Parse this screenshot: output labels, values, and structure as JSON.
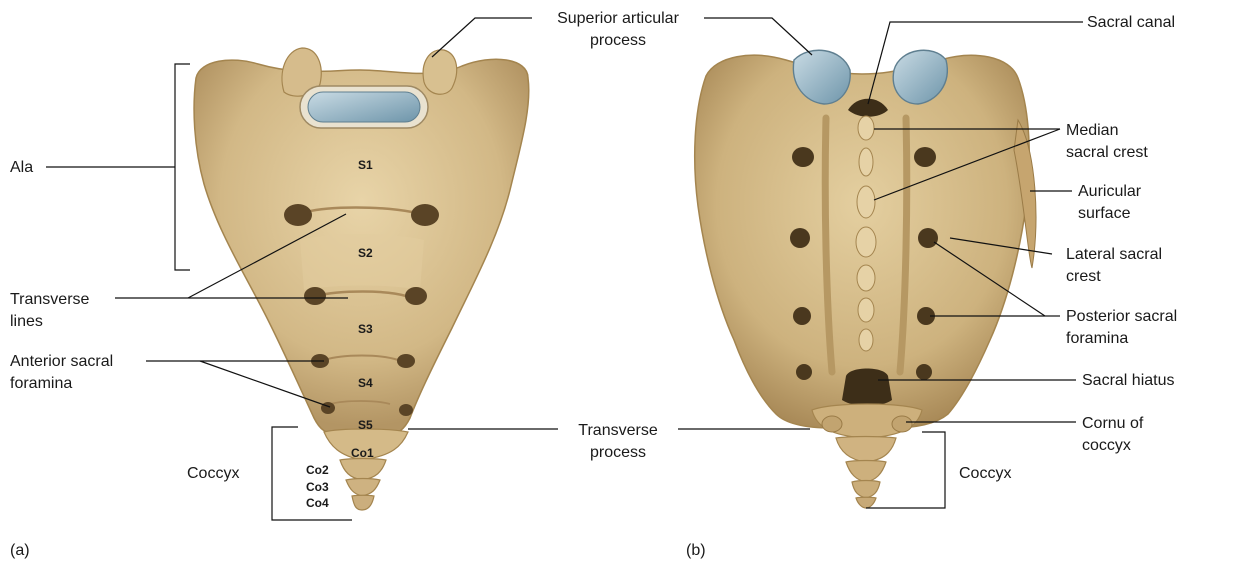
{
  "colors": {
    "bone": "#dcc59a",
    "bone_dark": "#b79a68",
    "bone_shadow": "#8d7248",
    "cartilage": "#8fb2c4",
    "line": "#111111",
    "background": "#ffffff"
  },
  "panel_a": {
    "tag": "(a)",
    "segments": [
      "S1",
      "S2",
      "S3",
      "S4",
      "S5",
      "Co1",
      "Co2",
      "Co3",
      "Co4"
    ],
    "labels": {
      "ala": "Ala",
      "transverse_lines": [
        "Transverse",
        "lines"
      ],
      "anterior_sacral_foramina": [
        "Anterior sacral",
        "foramina"
      ],
      "coccyx": "Coccyx"
    }
  },
  "panel_b": {
    "tag": "(b)",
    "labels": {
      "sacral_canal": "Sacral canal",
      "median_sacral_crest": [
        "Median",
        "sacral crest"
      ],
      "auricular_surface": [
        "Auricular",
        "surface"
      ],
      "lateral_sacral_crest": [
        "Lateral sacral",
        "crest"
      ],
      "posterior_sacral_foramina": [
        "Posterior sacral",
        "foramina"
      ],
      "sacral_hiatus": "Sacral hiatus",
      "cornu_of_coccyx": [
        "Cornu of",
        "coccyx"
      ],
      "coccyx": "Coccyx"
    }
  },
  "shared": {
    "superior_articular_process": [
      "Superior articular",
      "process"
    ],
    "transverse_process": [
      "Transverse",
      "process"
    ]
  }
}
